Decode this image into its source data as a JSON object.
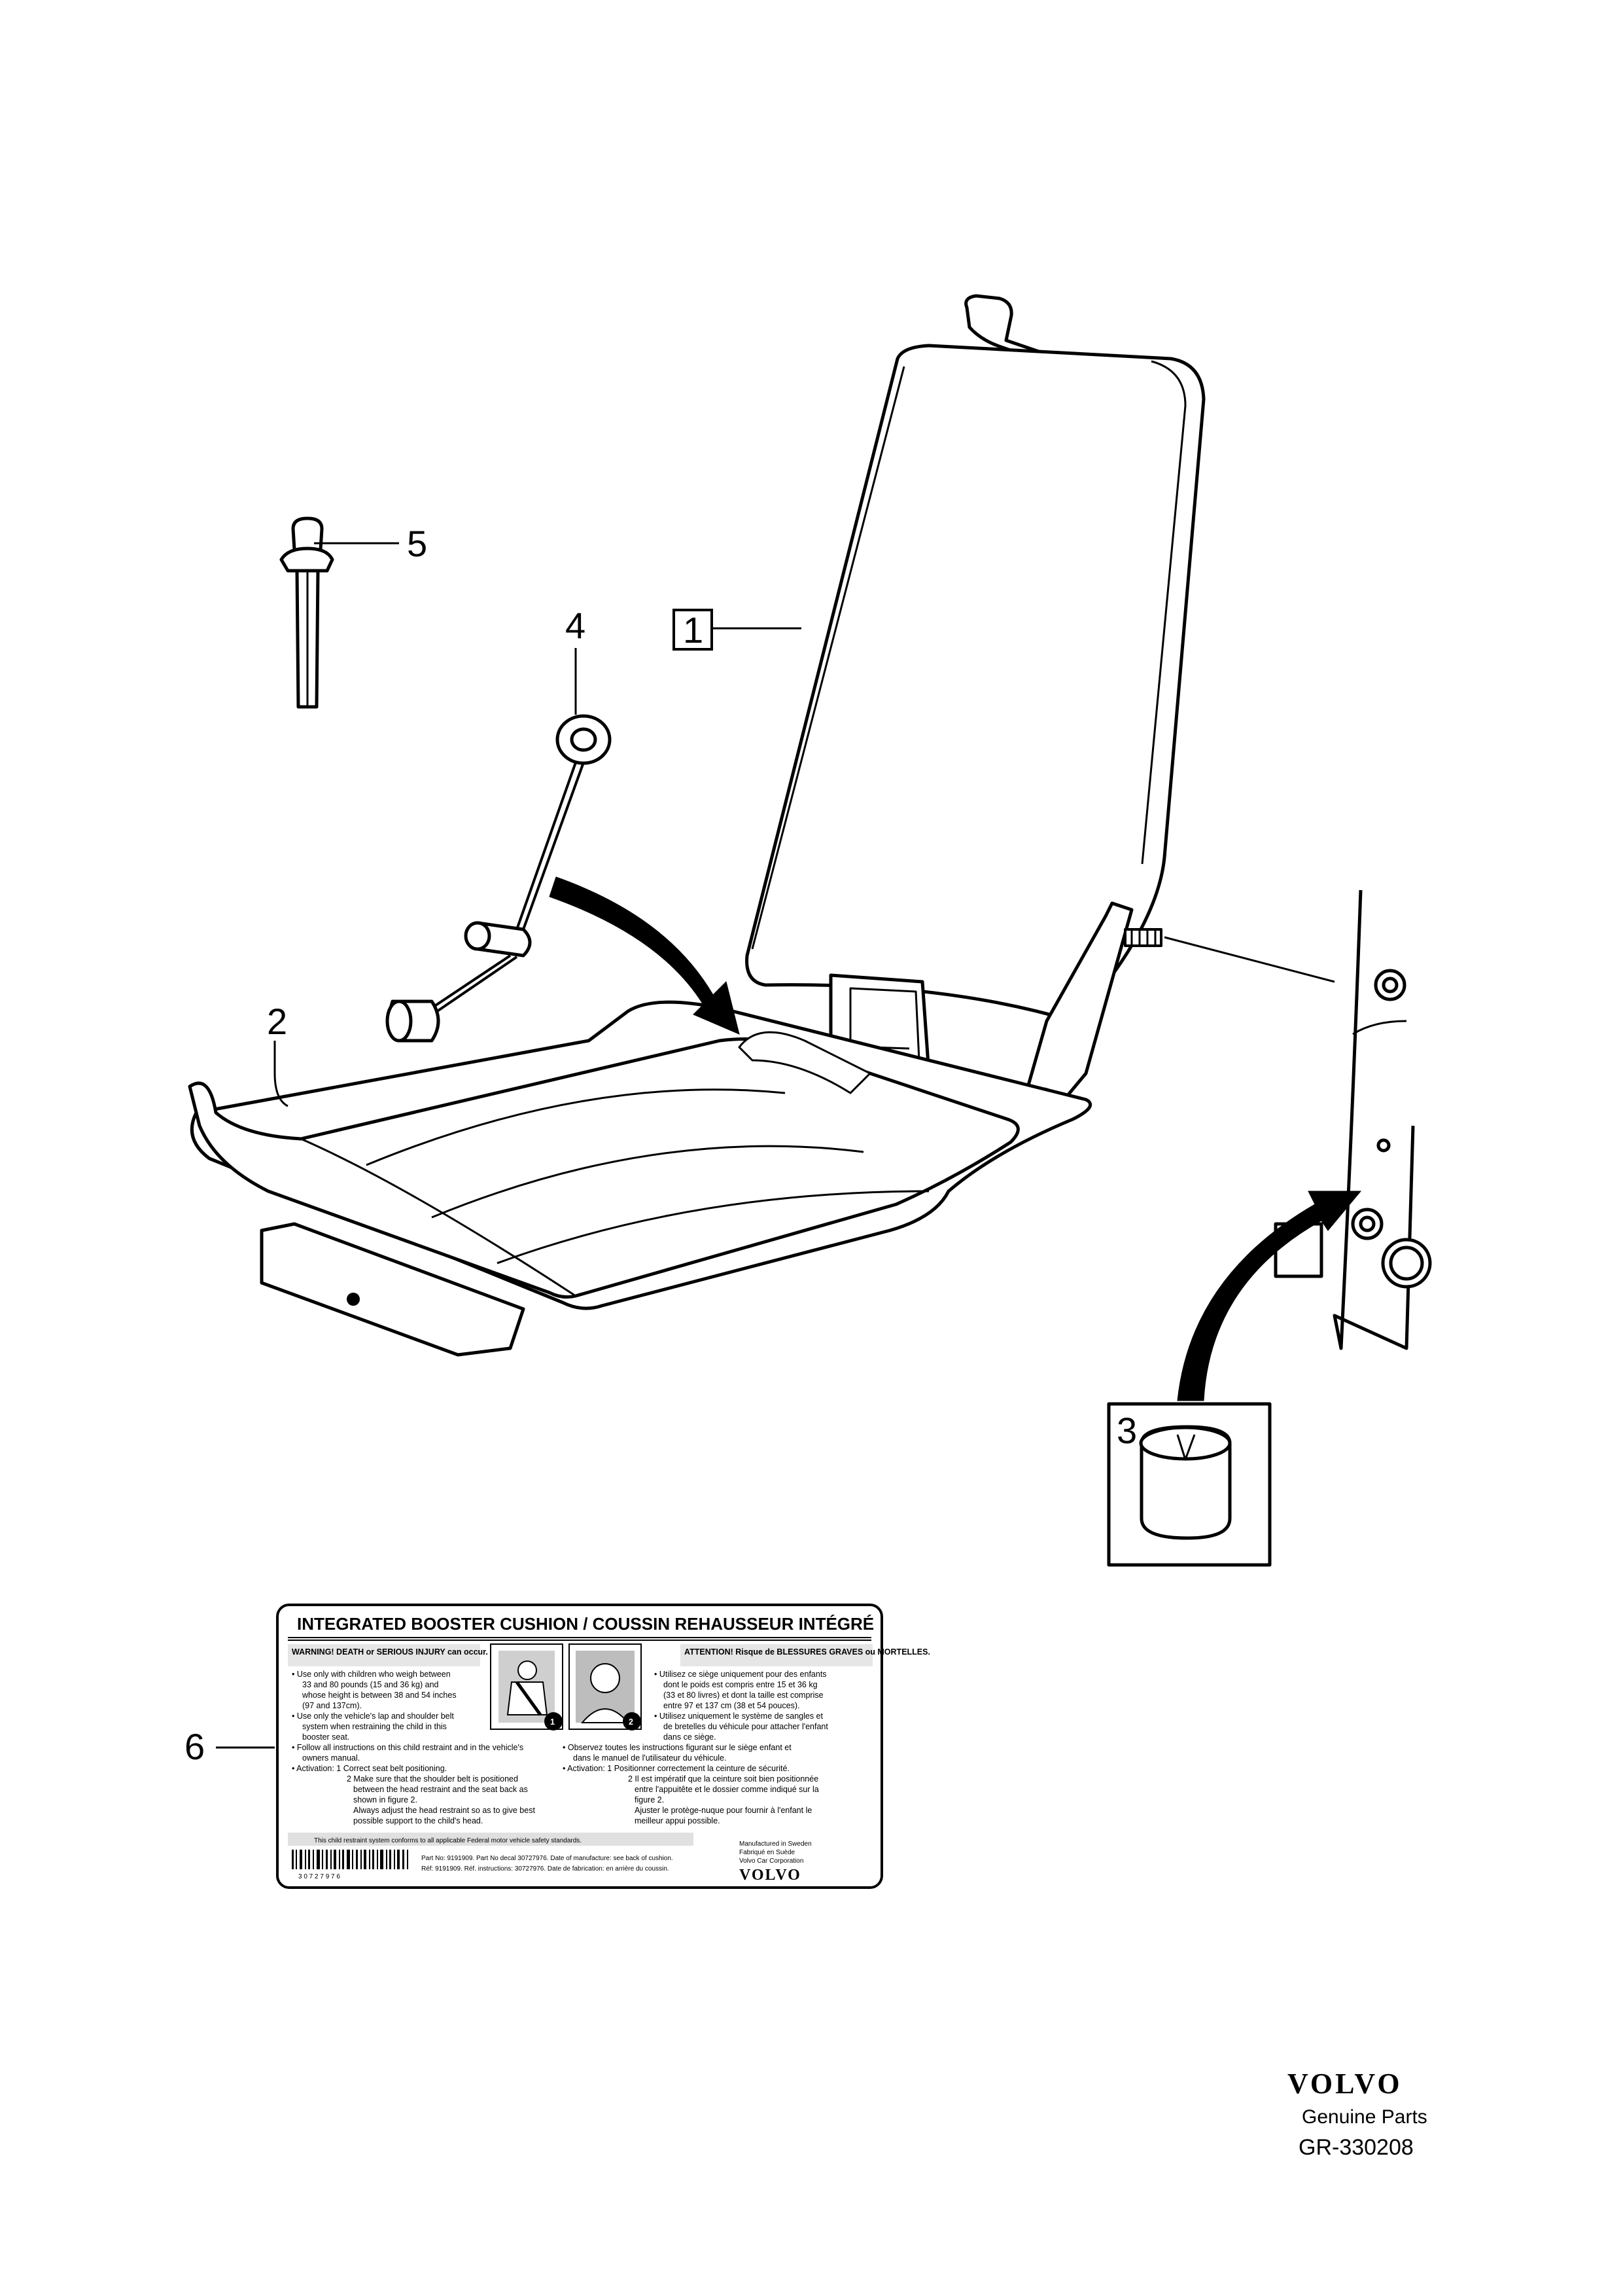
{
  "callouts": {
    "c1": "1",
    "c2": "2",
    "c3": "3",
    "c4": "4",
    "c5": "5",
    "c6": "6"
  },
  "label": {
    "title": "INTEGRATED BOOSTER CUSHION / COUSSIN REHAUSSEUR INTÉGRÉ",
    "warning_en": "WARNING! DEATH or SERIOUS INJURY can occur.",
    "warning_fr": "ATTENTION! Risque de BLESSURES GRAVES ou MORTELLES.",
    "en_lines": [
      "• Use only with children who weigh between",
      "33 and 80 pounds (15 and 36 kg) and",
      "whose height is between 38 and 54 inches",
      "(97 and 137cm).",
      "• Use only the vehicle's lap and shoulder belt",
      "system when restraining the child in this",
      "booster seat.",
      "• Follow all instructions on this child restraint and in the vehicle's",
      "owners manual.",
      "• Activation: 1 Correct seat belt positioning.",
      "2 Make sure that the shoulder belt is positioned",
      "between the head restraint and the seat back as",
      "shown in figure 2.",
      "Always adjust the head restraint so as to give best",
      "possible support to the child's head."
    ],
    "fr_lines": [
      "• Utilisez ce siège uniquement pour des enfants",
      "dont le poids est compris entre 15 et 36 kg",
      "(33 et 80 livres) et dont la taille est comprise",
      "entre 97 et 137 cm (38 et 54 pouces).",
      "• Utilisez uniquement le système de sangles et",
      "de bretelles du véhicule pour attacher l'enfant",
      "dans ce siège.",
      "• Observez toutes les instructions figurant sur le siège enfant et",
      "dans le manuel de l'utilisateur du véhicule.",
      "• Activation: 1 Positionner correctement la ceinture de sécurité.",
      "2 Il est impératif que la ceinture soit bien positionnée",
      "entre l'appuitête et le dossier comme indiqué sur la",
      "figure 2.",
      "Ajuster le protège-nuque pour fournir à l'enfant le",
      "meilleur appui possible."
    ],
    "fig1": "1",
    "fig2": "2",
    "conformity": "This child restraint system conforms to all applicable Federal motor vehicle safety standards.",
    "barcode_digits": "3 0 7 2 7 9 7 6",
    "part_line1": "Part No: 9191909. Part No decal 30727976. Date of manufacture: see back of cushion.",
    "part_line2": "Réf: 9191909. Réf. instructions: 30727976. Date de fabrication: en arrière du coussin.",
    "maker_line1": "Manufactured in Sweden",
    "maker_line2": "Fabriqué en Suède",
    "maker_line3": "Volvo Car Corporation",
    "maker_logo": "VOLVO"
  },
  "branding": {
    "logo": "VOLVO",
    "tagline": "Genuine Parts",
    "code": "GR-330208"
  }
}
